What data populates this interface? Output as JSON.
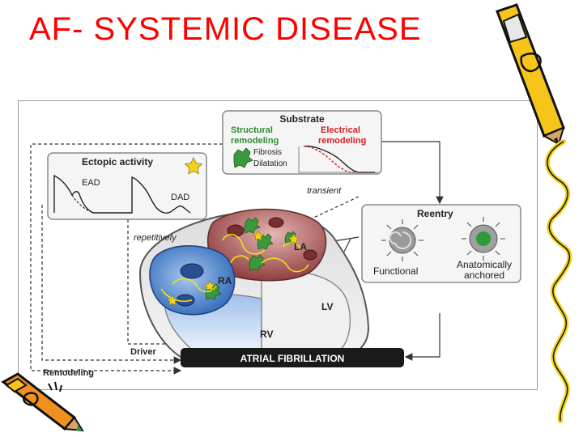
{
  "title": "AF- SYSTEMIC DISEASE",
  "diagram": {
    "substrate": {
      "heading": "Substrate",
      "structural_line1": "Structural",
      "structural_line2": "remodeling",
      "electrical_line1": "Electrical",
      "electrical_line2": "remodeling",
      "fibrosis": "Fibrosis",
      "dilatation": "Dilatation"
    },
    "ectopic": {
      "heading": "Ectopic activity",
      "ead": "EAD",
      "dad": "DAD"
    },
    "reentry": {
      "heading": "Reentry",
      "functional": "Functional",
      "anatomical_line1": "Anatomically",
      "anatomical_line2": "anchored"
    },
    "flow": {
      "transient": "transient",
      "repetitively": "repetitively",
      "driver": "Driver",
      "remodeling": "Remodeling"
    },
    "chambers": {
      "la": "LA",
      "ra": "RA",
      "lv": "LV",
      "rv": "RV"
    },
    "af_banner": "ATRIAL FIBRILLATION"
  },
  "colors": {
    "title": "#ff0000",
    "structural": "#2e8b2e",
    "electrical": "#d42020",
    "banner": "#1a1a1a",
    "left_atrium": "#b05a5a",
    "right_atrium": "#3a78c8"
  }
}
